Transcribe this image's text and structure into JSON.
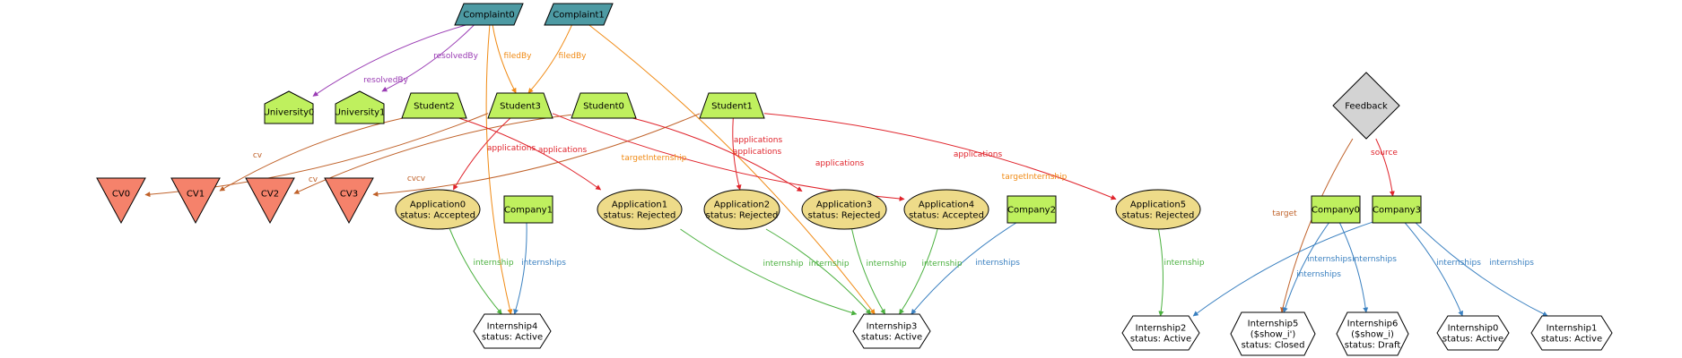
{
  "colors": {
    "complaint_fill": "#4d9aa3",
    "green_fill": "#bff05e",
    "cv_fill": "#f5826b",
    "application_fill": "#eedb89",
    "feedback_fill": "#d3d3d3",
    "internship_fill": "#ffffff",
    "edge_purple": "#9a3cb4",
    "edge_orange": "#f08a14",
    "edge_red": "#e0242c",
    "edge_brown": "#c0622a",
    "edge_green": "#4ab03e",
    "edge_blue": "#3a80c0"
  },
  "nodes": [
    {
      "id": "Complaint0",
      "shape": "parallelogram",
      "fill": "complaint_fill",
      "lines": [
        "Complaint0"
      ]
    },
    {
      "id": "Complaint1",
      "shape": "parallelogram",
      "fill": "complaint_fill",
      "lines": [
        "Complaint1"
      ]
    },
    {
      "id": "University0",
      "shape": "pentagon",
      "fill": "green_fill",
      "lines": [
        "University0"
      ]
    },
    {
      "id": "University1",
      "shape": "pentagon",
      "fill": "green_fill",
      "lines": [
        "University1"
      ]
    },
    {
      "id": "Student2",
      "shape": "trapezium",
      "fill": "green_fill",
      "lines": [
        "Student2"
      ]
    },
    {
      "id": "Student3",
      "shape": "trapezium",
      "fill": "green_fill",
      "lines": [
        "Student3"
      ]
    },
    {
      "id": "Student0",
      "shape": "trapezium",
      "fill": "green_fill",
      "lines": [
        "Student0"
      ]
    },
    {
      "id": "Student1",
      "shape": "trapezium",
      "fill": "green_fill",
      "lines": [
        "Student1"
      ]
    },
    {
      "id": "Feedback",
      "shape": "diamond",
      "fill": "feedback_fill",
      "lines": [
        "Feedback"
      ]
    },
    {
      "id": "CV0",
      "shape": "invtriangle",
      "fill": "cv_fill",
      "lines": [
        "CV0"
      ]
    },
    {
      "id": "CV1",
      "shape": "invtriangle",
      "fill": "cv_fill",
      "lines": [
        "CV1"
      ]
    },
    {
      "id": "CV2",
      "shape": "invtriangle",
      "fill": "cv_fill",
      "lines": [
        "CV2"
      ]
    },
    {
      "id": "CV3",
      "shape": "invtriangle",
      "fill": "cv_fill",
      "lines": [
        "CV3"
      ]
    },
    {
      "id": "Application0",
      "shape": "ellipse",
      "fill": "application_fill",
      "lines": [
        "Application0",
        "status: Accepted"
      ]
    },
    {
      "id": "Company1",
      "shape": "box",
      "fill": "green_fill",
      "lines": [
        "Company1"
      ]
    },
    {
      "id": "Application1",
      "shape": "ellipse",
      "fill": "application_fill",
      "lines": [
        "Application1",
        "status: Rejected"
      ]
    },
    {
      "id": "Application2",
      "shape": "ellipse",
      "fill": "application_fill",
      "lines": [
        "Application2",
        "status: Rejected"
      ]
    },
    {
      "id": "Application3",
      "shape": "ellipse",
      "fill": "application_fill",
      "lines": [
        "Application3",
        "status: Rejected"
      ]
    },
    {
      "id": "Application4",
      "shape": "ellipse",
      "fill": "application_fill",
      "lines": [
        "Application4",
        "status: Accepted"
      ]
    },
    {
      "id": "Company2",
      "shape": "box",
      "fill": "green_fill",
      "lines": [
        "Company2"
      ]
    },
    {
      "id": "Application5",
      "shape": "ellipse",
      "fill": "application_fill",
      "lines": [
        "Application5",
        "status: Rejected"
      ]
    },
    {
      "id": "Company0",
      "shape": "box",
      "fill": "green_fill",
      "lines": [
        "Company0"
      ]
    },
    {
      "id": "Company3",
      "shape": "box",
      "fill": "green_fill",
      "lines": [
        "Company3"
      ]
    },
    {
      "id": "Internship4",
      "shape": "hexagon",
      "fill": "internship_fill",
      "lines": [
        "Internship4",
        "status: Active"
      ]
    },
    {
      "id": "Internship3",
      "shape": "hexagon",
      "fill": "internship_fill",
      "lines": [
        "Internship3",
        "status: Active"
      ]
    },
    {
      "id": "Internship2",
      "shape": "hexagon",
      "fill": "internship_fill",
      "lines": [
        "Internship2",
        "status: Active"
      ]
    },
    {
      "id": "Internship5",
      "shape": "hexagon",
      "fill": "internship_fill",
      "lines": [
        "Internship5",
        "($show_i')",
        "status: Closed"
      ]
    },
    {
      "id": "Internship6",
      "shape": "hexagon",
      "fill": "internship_fill",
      "lines": [
        "Internship6",
        "($show_i)",
        "status: Draft"
      ]
    },
    {
      "id": "Internship0",
      "shape": "hexagon",
      "fill": "internship_fill",
      "lines": [
        "Internship0",
        "status: Active"
      ]
    },
    {
      "id": "Internship1",
      "shape": "hexagon",
      "fill": "internship_fill",
      "lines": [
        "Internship1",
        "status: Active"
      ]
    }
  ],
  "edges": [
    {
      "from": "Complaint0",
      "to": "University0",
      "label": "resolvedBy",
      "color": "edge_purple"
    },
    {
      "from": "Complaint0",
      "to": "University1",
      "label": "resolvedBy",
      "color": "edge_purple"
    },
    {
      "from": "Complaint0",
      "to": "Student3",
      "label": "filedBy",
      "color": "edge_orange"
    },
    {
      "from": "Complaint1",
      "to": "Student3",
      "label": "filedBy",
      "color": "edge_orange"
    },
    {
      "from": "Complaint0",
      "to": "Internship4",
      "label": "targetInternship",
      "color": "edge_orange"
    },
    {
      "from": "Complaint1",
      "to": "Internship3",
      "label": "targetInternship",
      "color": "edge_orange"
    },
    {
      "from": "Student2",
      "to": "CV1",
      "label": "cv",
      "color": "edge_brown"
    },
    {
      "from": "Student3",
      "to": "CV0",
      "label": "cv",
      "color": "edge_brown"
    },
    {
      "from": "Student0",
      "to": "CV2",
      "label": "cv",
      "color": "edge_brown"
    },
    {
      "from": "Student1",
      "to": "CV3",
      "label": "cv",
      "color": "edge_brown"
    },
    {
      "from": "Student3",
      "to": "Application0",
      "label": "applications",
      "color": "edge_red"
    },
    {
      "from": "Student2",
      "to": "Application1",
      "label": "applications",
      "color": "edge_red"
    },
    {
      "from": "Student1",
      "to": "Application2",
      "label": "applications",
      "color": "edge_red"
    },
    {
      "from": "Student0",
      "to": "Application3",
      "label": "applications",
      "color": "edge_red"
    },
    {
      "from": "Student3",
      "to": "Application4",
      "label": "applications",
      "color": "edge_red"
    },
    {
      "from": "Student1",
      "to": "Application5",
      "label": "applications",
      "color": "edge_red"
    },
    {
      "from": "Application0",
      "to": "Internship4",
      "label": "internship",
      "color": "edge_green"
    },
    {
      "from": "Company1",
      "to": "Internship4",
      "label": "internships",
      "color": "edge_blue"
    },
    {
      "from": "Application1",
      "to": "Internship3",
      "label": "internship",
      "color": "edge_green"
    },
    {
      "from": "Application2",
      "to": "Internship3",
      "label": "internship",
      "color": "edge_green"
    },
    {
      "from": "Application3",
      "to": "Internship3",
      "label": "internship",
      "color": "edge_green"
    },
    {
      "from": "Application4",
      "to": "Internship3",
      "label": "internship",
      "color": "edge_green"
    },
    {
      "from": "Company2",
      "to": "Internship3",
      "label": "internships",
      "color": "edge_blue"
    },
    {
      "from": "Application5",
      "to": "Internship2",
      "label": "internship",
      "color": "edge_green"
    },
    {
      "from": "Feedback",
      "to": "Internship5",
      "label": "target",
      "color": "edge_brown"
    },
    {
      "from": "Feedback",
      "to": "Company3",
      "label": "source",
      "color": "edge_red"
    },
    {
      "from": "Company0",
      "to": "Internship5",
      "label": "internships",
      "color": "edge_blue"
    },
    {
      "from": "Company0",
      "to": "Internship6",
      "label": "internships",
      "color": "edge_blue"
    },
    {
      "from": "Company3",
      "to": "Internship2",
      "label": "internships",
      "color": "edge_blue"
    },
    {
      "from": "Company3",
      "to": "Internship0",
      "label": "internships",
      "color": "edge_blue"
    },
    {
      "from": "Company3",
      "to": "Internship1",
      "label": "internships",
      "color": "edge_blue"
    }
  ]
}
